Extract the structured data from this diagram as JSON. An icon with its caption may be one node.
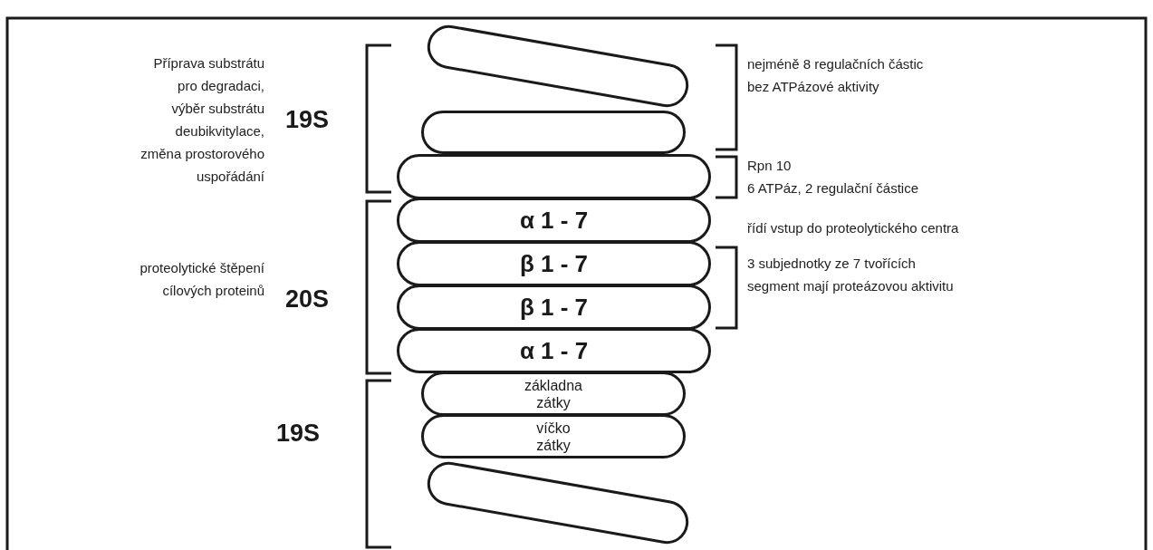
{
  "diagram": {
    "nodes": [
      {
        "text": [],
        "shape": "oval"
      },
      {
        "text": [],
        "shape": "oval"
      },
      {
        "text": [],
        "shape": "oval"
      },
      {
        "text": [
          "α 1 - 7"
        ]
      },
      {
        "text": [
          "β 1 - 7"
        ]
      },
      {
        "text": [
          "β 1 - 7"
        ]
      },
      {
        "text": [
          "α 1 - 7"
        ]
      },
      {
        "text": [
          "základna zátky"
        ]
      },
      {
        "text": [
          "víčko zátky"
        ]
      },
      {
        "text": [],
        "shape": "oval"
      }
    ],
    "labels": [
      "Příprava substrátu pro degradaci, výběr substrátu deubikvitylace, změna prostorového uspořádání",
      "19S",
      "nejméně 8 regulačních částic bez ATPázové aktivity",
      "Rpn 10",
      "6 ATPáz, 2 regulační částice",
      "řídí vstup do proteolytického centra",
      "proteolytické štěpení cílových proteinů",
      "20S",
      "3 subjednotky ze 7 tvořících segment mají proteázovou aktivitu",
      "19S"
    ]
  }
}
